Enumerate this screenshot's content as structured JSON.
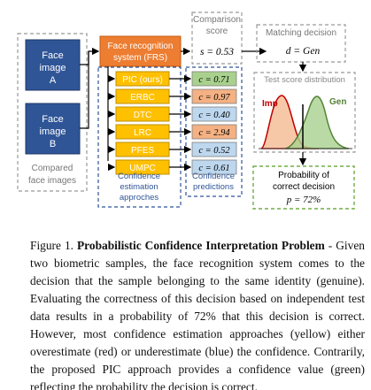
{
  "figure": {
    "face_a": [
      "Face",
      "image",
      "A"
    ],
    "face_b": [
      "Face",
      "image",
      "B"
    ],
    "compared_label": [
      "Compared",
      "face images"
    ],
    "frs": [
      "Face recognition",
      "system (FRS)"
    ],
    "comparison_score_label": [
      "Comparison",
      "score"
    ],
    "score_eq": "s = 0.53",
    "matching_decision_label": "Matching decision",
    "decision_eq": "d = Gen",
    "distribution_label": "Test score distribution",
    "imp_label": "Imp",
    "gen_label": "Gen",
    "probability_label": [
      "Probability of",
      "correct decision"
    ],
    "probability_eq": "p = 72%",
    "methods": [
      "PIC (ours)",
      "ERBC",
      "DTC",
      "LRC",
      "PFES",
      "UMPC"
    ],
    "confidences": [
      "c = 0.71",
      "c = 0.97",
      "c = 0.40",
      "c = 2.94",
      "c = 0.52",
      "c = 0.61"
    ],
    "conf_est_label": [
      "Confidence",
      "estimation",
      "approches"
    ],
    "conf_pred_label": [
      "Confidence",
      "predictions"
    ],
    "colors": {
      "face_box": "#2f5597",
      "frs_box": "#ed7d31",
      "method_box": "#ffc000",
      "green": "#a9d18e",
      "red": "#f4b183",
      "blue": "#bdd7ee",
      "imp_curve": "#c00000",
      "gen_curve": "#548235"
    }
  },
  "caption": {
    "label": "Figure 1.",
    "title": "Probabilistic Confidence Interpretation Problem",
    "text": "- Given two biometric samples, the face recognition system comes to the decision that the sample belonging to the same identity (genuine). Evaluating the correctness of this decision based on independent test data results in a probability of 72% that this decision is correct. However, most confidence estimation approaches (yellow) either overestimate (red) or underestimate (blue) the confidence. Contrarily, the proposed PIC approach provides a confidence value (green) reflecting the probability the decision is correct."
  }
}
